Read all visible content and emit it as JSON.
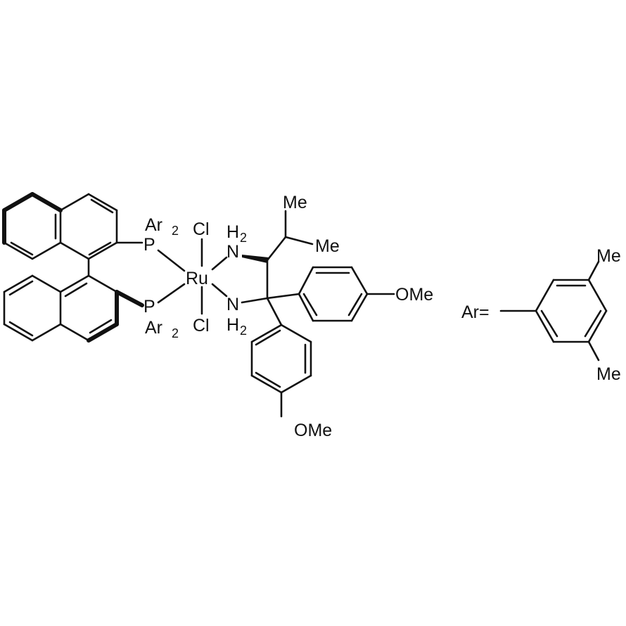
{
  "structure": {
    "label_p_top": "P",
    "label_p_bottom": "P",
    "label_ar2_top": "Ar",
    "label_ar2_top_sub": "2",
    "label_ar2_bottom": "Ar",
    "label_ar2_bottom_sub": "2",
    "label_ru": "Ru",
    "label_cl_top": "Cl",
    "label_cl_bottom": "Cl",
    "label_n_top": "N",
    "label_n_top_h": "H",
    "label_n_top_h_sub": "2",
    "label_n_bottom": "N",
    "label_n_bottom_h": "H",
    "label_n_bottom_h_sub": "2",
    "label_me_top": "Me",
    "label_me_mid": "Me",
    "label_ome_right": "OMe",
    "label_ome_bottom": "OMe"
  },
  "legend": {
    "ar_label": "Ar=",
    "me_top": "Me",
    "me_bottom": "Me"
  }
}
